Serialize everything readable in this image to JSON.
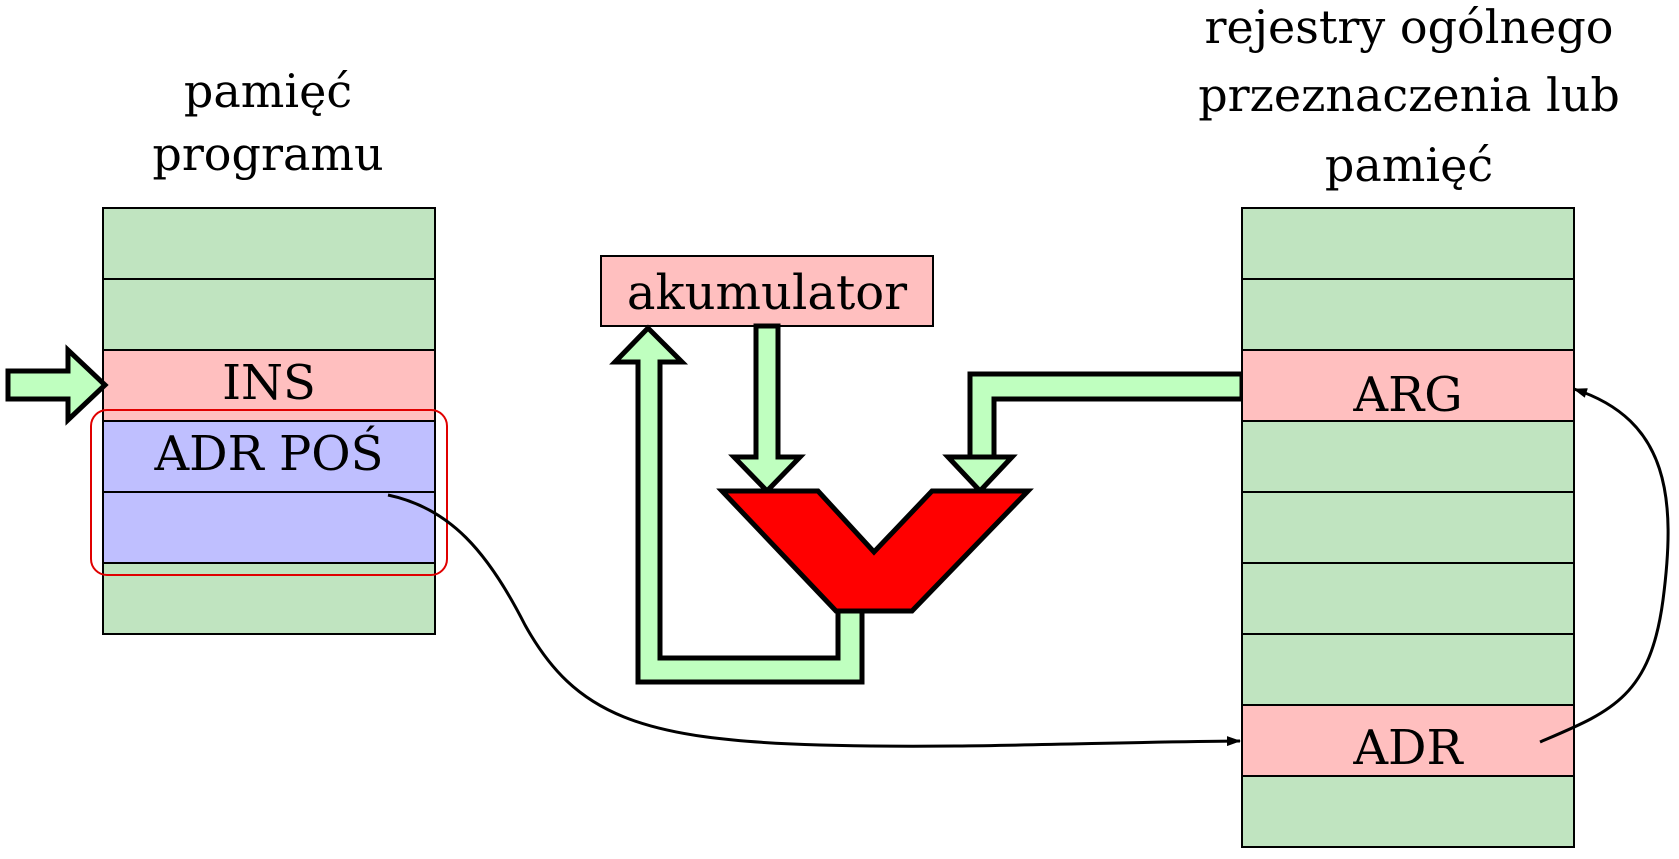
{
  "program_memory": {
    "title_lines": [
      "pamięć",
      "programu"
    ],
    "cells": [
      "",
      "",
      "INS",
      "ADR POŚ",
      "",
      ""
    ],
    "highlighted_cell_kinds": [
      "empty",
      "empty",
      "instruction",
      "address",
      "address",
      "empty"
    ]
  },
  "accumulator": {
    "label": "akumulator"
  },
  "registers": {
    "title_lines": [
      "rejestry ogólnego",
      "przeznaczenia lub",
      "pamięć"
    ],
    "cells": [
      "",
      "",
      "ARG",
      "",
      "",
      "",
      "",
      "ADR",
      ""
    ],
    "highlighted_cell_kinds": [
      "empty",
      "empty",
      "operand",
      "empty",
      "empty",
      "empty",
      "empty",
      "operand",
      "empty"
    ]
  },
  "colors": {
    "cell_green": "#c0e4c0",
    "cell_pink": "#ffbfbf",
    "cell_blue": "#bfbfff",
    "bus_green": "#bfffbf",
    "alu_red": "#ff0000",
    "selection_red": "#e00000"
  }
}
